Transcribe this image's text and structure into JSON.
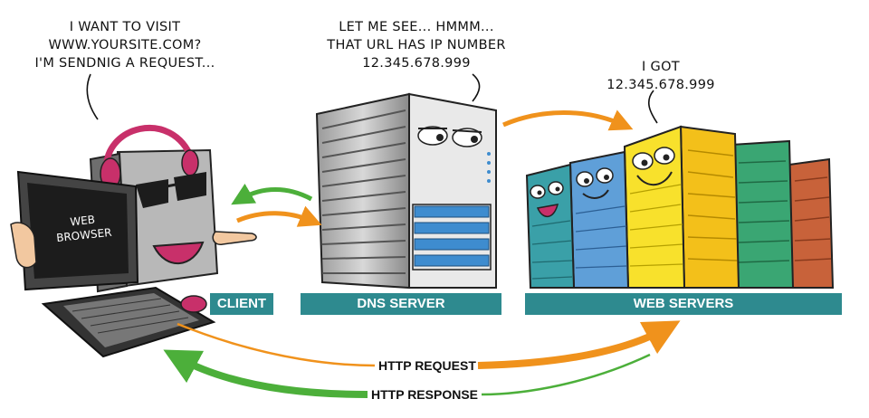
{
  "speech": {
    "client": [
      "I WANT TO VISIT",
      "WWW.YOURSITE.COM?",
      "I'M SENDNIG A REQUEST..."
    ],
    "dns": [
      "LET ME SEE... HMMM...",
      "THAT URL HAS IP NUMBER",
      "12.345.678.999"
    ],
    "web": [
      "I GOT",
      "12.345.678.999"
    ]
  },
  "monitor_text": [
    "WEB",
    "BROWSER"
  ],
  "labels": {
    "client": "CLIENT",
    "dns": "DNS SERVER",
    "web": "WEB SERVERS",
    "http_request": "HTTP REQUEST",
    "http_response": "HTTP RESPONSE"
  },
  "colors": {
    "teal_bar": "#2e8a8f",
    "request_arrow": "#f0921c",
    "response_arrow": "#4caf3a"
  }
}
